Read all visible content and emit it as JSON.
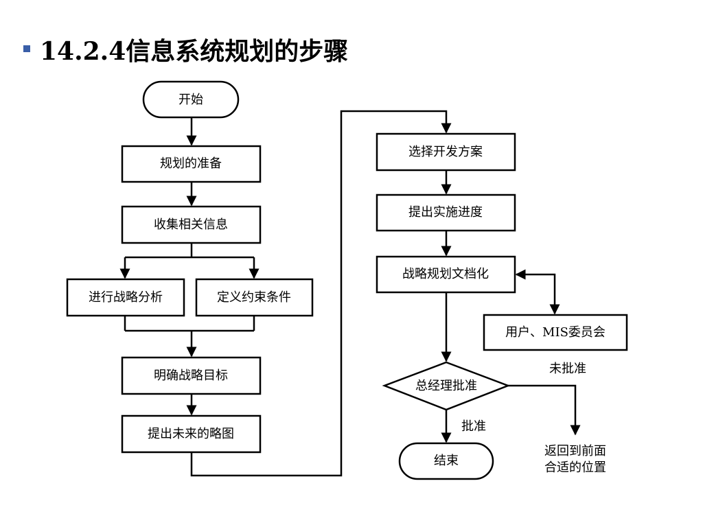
{
  "slide": {
    "title": "14.2.4信息系统规划的步骤"
  },
  "nodes": {
    "start": "开始",
    "prepare": "规划的准备",
    "collect": "收集相关信息",
    "analyze": "进行战略分析",
    "constraints": "定义约束条件",
    "goals": "明确战略目标",
    "sketch": "提出未来的略图",
    "choose": "选择开发方案",
    "schedule": "提出实施进度",
    "document": "战略规划文档化",
    "users": "用户、MIS委员会",
    "approve": "总经理批准",
    "end": "结束"
  },
  "labels": {
    "approved": "批准",
    "not_approved": "未批准",
    "return_line1": "返回到前面",
    "return_line2": "合适的位置"
  }
}
